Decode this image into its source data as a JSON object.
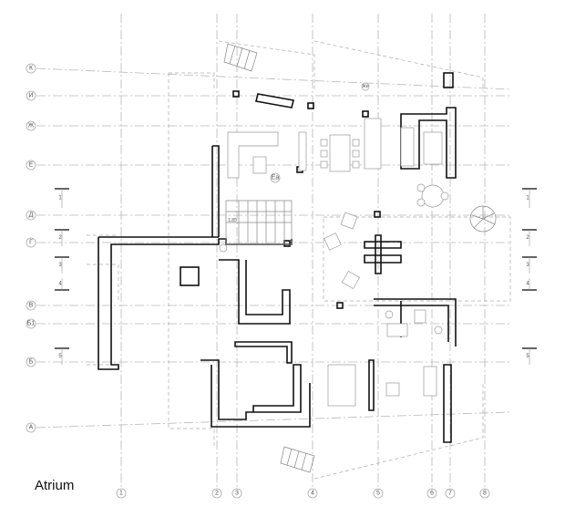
{
  "title": "Atrium",
  "row_axes": [
    "К",
    "И",
    "Ж",
    "Е",
    "Д",
    "Г",
    "В",
    "Б1",
    "Б",
    "А"
  ],
  "column_axes": [
    "1",
    "2",
    "3",
    "4",
    "5",
    "6",
    "7",
    "8"
  ],
  "section_marks_left": [
    "1",
    "2",
    "3",
    "4",
    "5"
  ],
  "section_marks_right": [
    "1",
    "2",
    "3",
    "4",
    "5"
  ],
  "room_tags": [
    "Еа",
    "Же"
  ],
  "dimension_label": "1.85"
}
